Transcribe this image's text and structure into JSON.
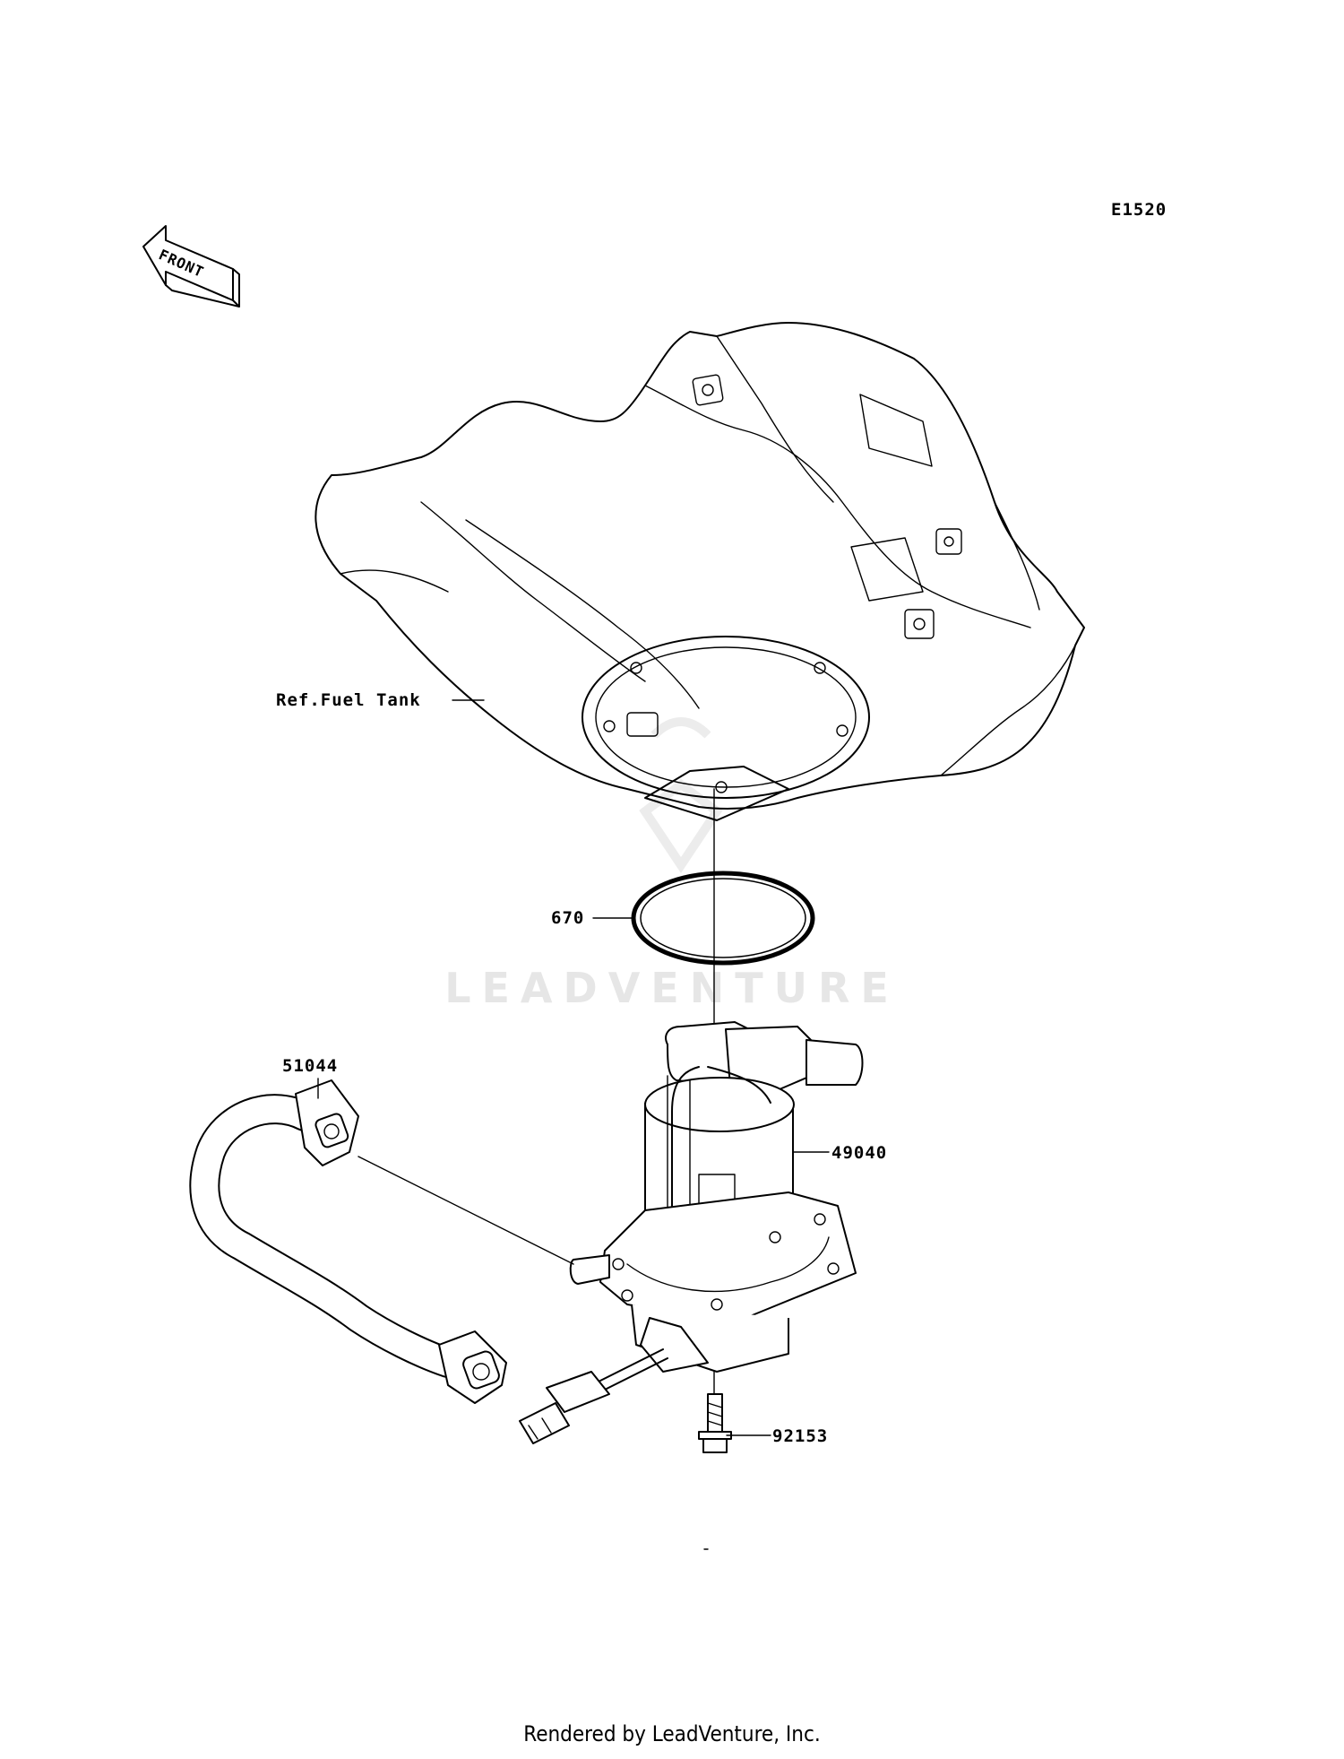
{
  "diagram_code": "E1520",
  "front_indicator": "FRONT",
  "watermark": "LEADVENTURE",
  "callouts": [
    {
      "id": "ref-fuel-tank",
      "label": "Ref.Fuel Tank"
    },
    {
      "id": "670",
      "label": "670"
    },
    {
      "id": "51044",
      "label": "51044"
    },
    {
      "id": "49040",
      "label": "49040"
    },
    {
      "id": "92153",
      "label": "92153"
    }
  ],
  "footer": "Rendered by LeadVenture, Inc."
}
